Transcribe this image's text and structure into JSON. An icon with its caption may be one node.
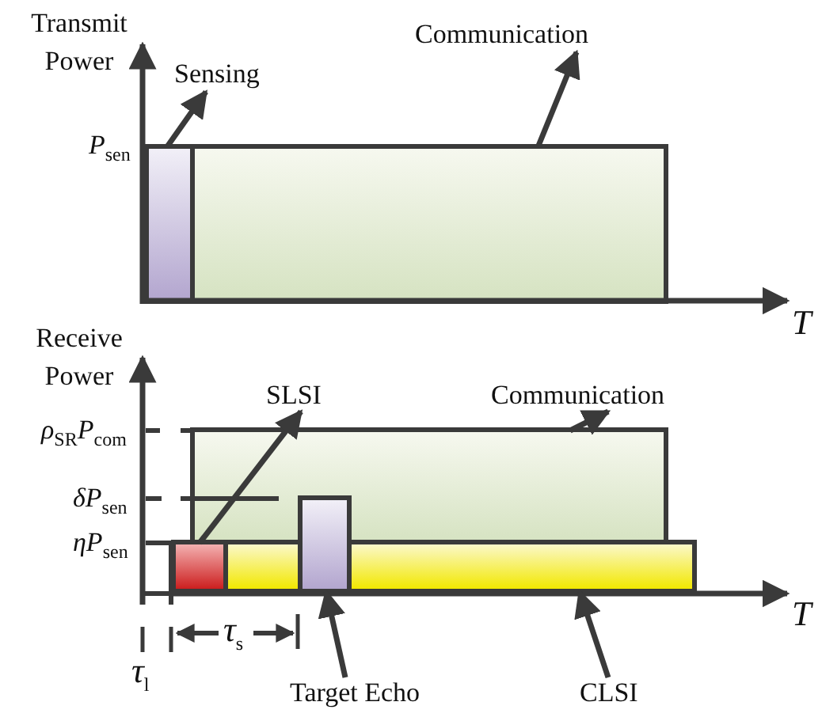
{
  "diagram": {
    "nodes": [
      {
        "text": [
          "Sensing"
        ]
      },
      {
        "text": [],
        "shape": "box"
      },
      {
        "text": [
          "Communication"
        ]
      },
      {
        "text": [],
        "shape": "box"
      },
      {
        "text": [
          "SLSI"
        ]
      },
      {
        "text": [],
        "shape": "box"
      },
      {
        "text": [
          "Communication"
        ]
      },
      {
        "text": [],
        "shape": "box"
      },
      {
        "text": [],
        "shape": "box"
      },
      {
        "text": [
          "Target Echo"
        ]
      },
      {
        "text": [],
        "shape": "box"
      },
      {
        "text": [
          "CLSI"
        ]
      }
    ],
    "edges": [
      {
        "from": 1,
        "to": 0,
        "arrow": "to"
      },
      {
        "from": 3,
        "to": 2,
        "arrow": "to"
      },
      {
        "from": 5,
        "to": 4,
        "arrow": "to"
      },
      {
        "from": 7,
        "to": 6,
        "arrow": "to"
      },
      {
        "from": 9,
        "to": 8,
        "arrow": "to"
      },
      {
        "from": 11,
        "to": 10,
        "arrow": "to"
      }
    ],
    "labels": [
      "Transmit Power",
      "*P*$_{sen}$",
      "*T*",
      "Receive Power",
      "*ρ*$_{SR}$*P*$_{com}$",
      "*δP*$_{sen}$",
      "*ηP*$_{sen}$",
      "*T*",
      "*τ*$_{s}$",
      "*τ*$_{l}$"
    ]
  }
}
